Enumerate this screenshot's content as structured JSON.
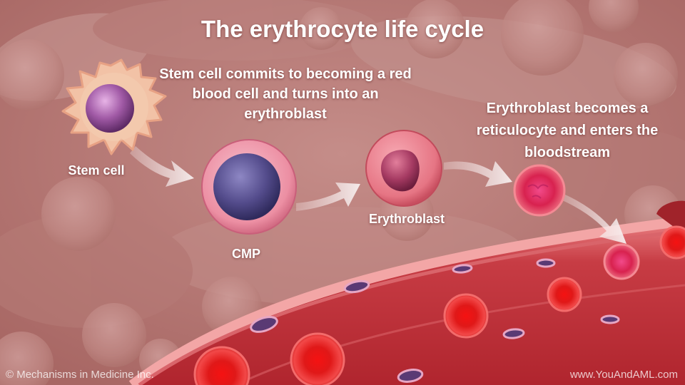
{
  "title": "The erythrocyte life cycle",
  "captions": {
    "commit": "Stem cell commits to becoming a red blood cell and turns into an erythroblast",
    "reticulocyte": "Erythroblast becomes a reticulocyte and enters the bloodstream"
  },
  "labels": {
    "stem_cell": "Stem cell",
    "cmp": "CMP",
    "erythroblast": "Erythroblast"
  },
  "footer": {
    "copyright": "© Mechanisms in Medicine Inc.",
    "website": "www.YouAndAML.com"
  },
  "colors": {
    "background": "#b87a78",
    "vessel": "#c8464c",
    "red_cell": "#e01818",
    "nucleus": "#5c4a86",
    "stem_cell_body": "#f2c2a6"
  }
}
